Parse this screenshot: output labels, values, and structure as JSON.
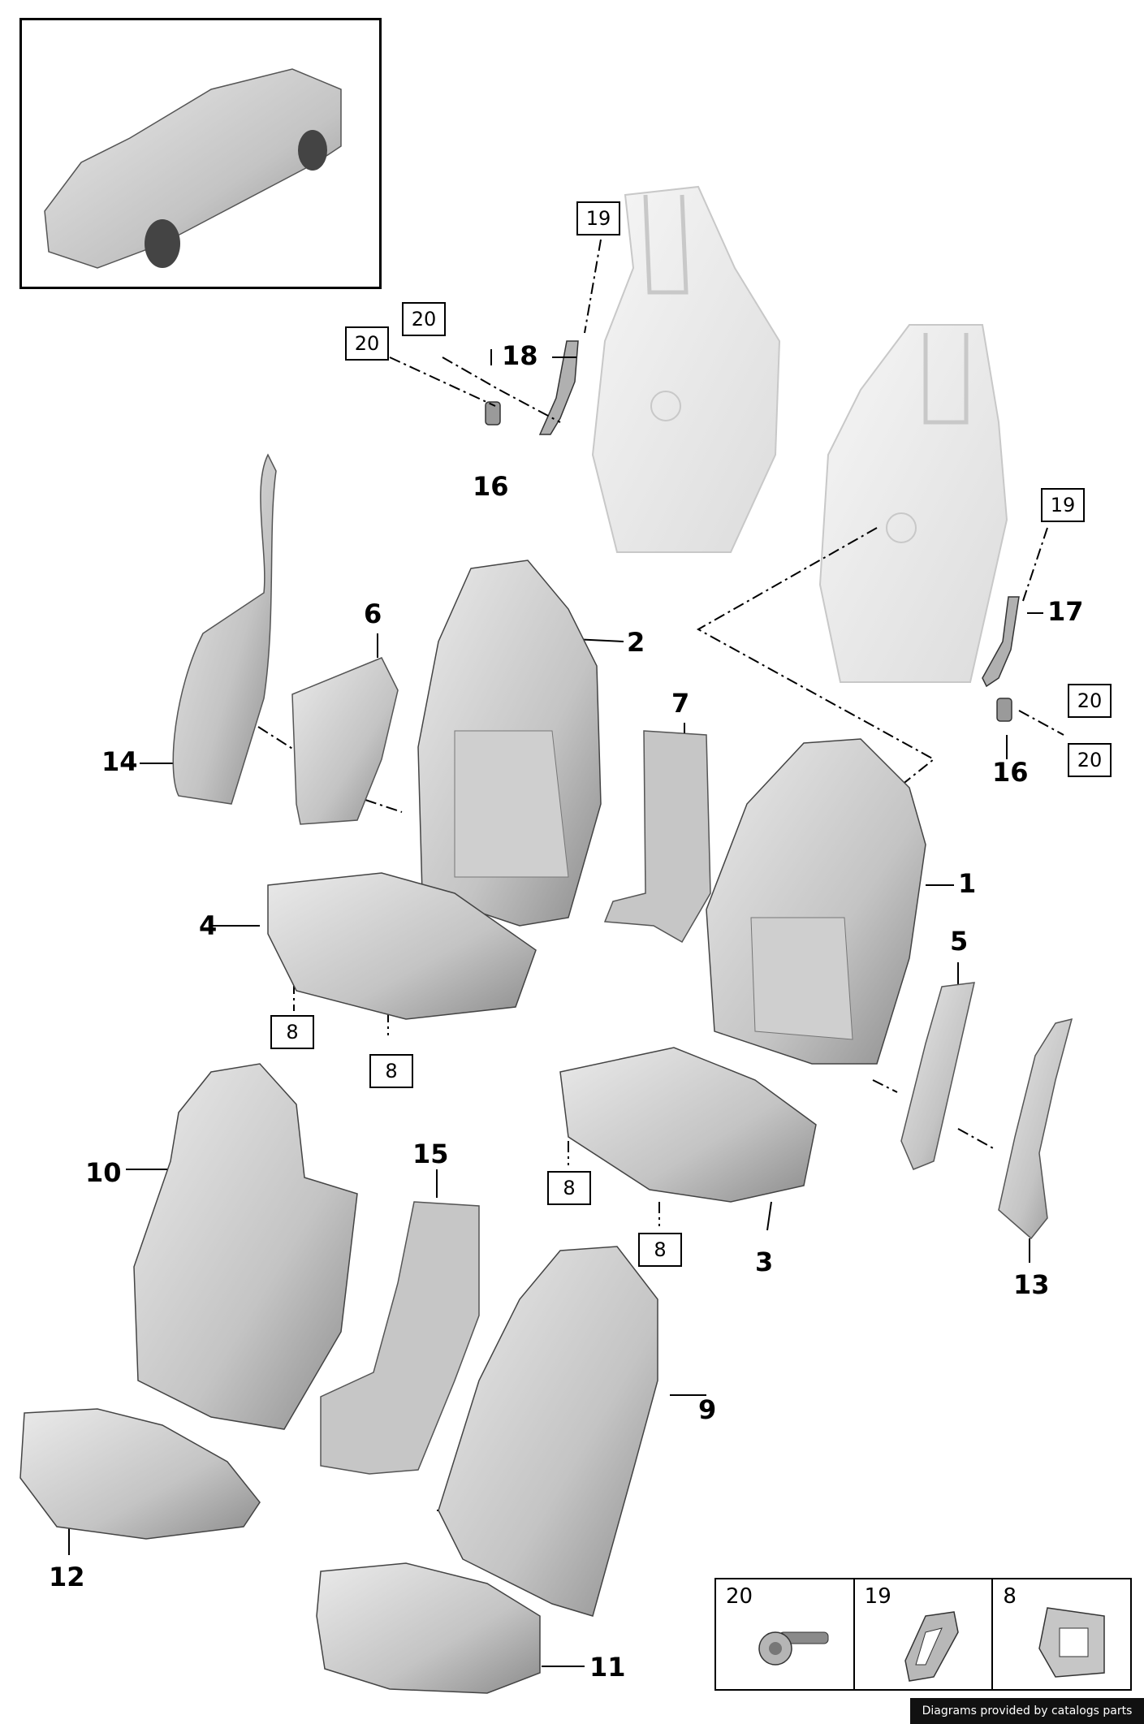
{
  "callouts": {
    "c1": "1",
    "c2": "2",
    "c3": "3",
    "c4": "4",
    "c5": "5",
    "c6": "6",
    "c7": "7",
    "c9": "9",
    "c10": "10",
    "c11": "11",
    "c12": "12",
    "c13": "13",
    "c14": "14",
    "c15": "15",
    "c16a": "16",
    "c16b": "16",
    "c17": "17",
    "c18": "18"
  },
  "boxed_refs": {
    "b19a": "19",
    "b19b": "19",
    "b20a": "20",
    "b20b": "20",
    "b20c": "20",
    "b20d": "20",
    "b8a": "8",
    "b8b": "8",
    "b8c": "8",
    "b8d": "8"
  },
  "legend": {
    "cells": [
      {
        "number": "20",
        "icon": "bolt-icon"
      },
      {
        "number": "19",
        "icon": "clip-ring-icon"
      },
      {
        "number": "8",
        "icon": "bracket-icon"
      }
    ]
  },
  "credit": "Diagrams provided by catalogs parts",
  "colors": {
    "part_fill": "#d4d4d4",
    "part_shadow": "#9a9a9a",
    "ghost_fill": "#eeeeee",
    "ghost_stroke": "#c8c8c8",
    "line": "#000000"
  }
}
